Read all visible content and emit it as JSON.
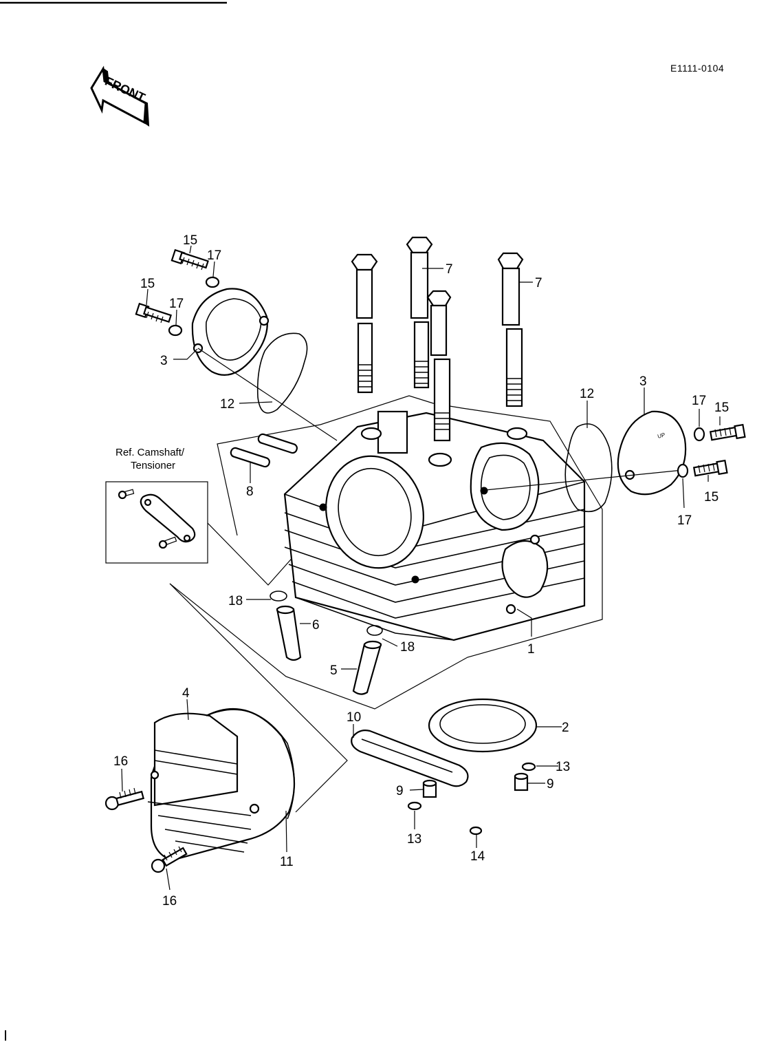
{
  "drawing_code": "E1111-0104",
  "front_arrow_label": "FRONT",
  "reference_box": {
    "line1": "Ref. Camshaft/",
    "line2": "Tensioner"
  },
  "callouts": {
    "c15a": "15",
    "c17a": "17",
    "c15b": "15",
    "c17b": "17",
    "c3a": "3",
    "c12a": "12",
    "c8": "8",
    "c7a": "7",
    "c7b": "7",
    "c12b": "12",
    "c3b": "3",
    "c17c": "17",
    "c15c": "15",
    "c15d": "15",
    "c17d": "17",
    "c18a": "18",
    "c6": "6",
    "c18b": "18",
    "c5": "5",
    "c1": "1",
    "c4": "4",
    "c16a": "16",
    "c16b": "16",
    "c11": "11",
    "c10": "10",
    "c2": "2",
    "c13a": "13",
    "c9a": "9",
    "c9b": "9",
    "c13b": "13",
    "c14": "14"
  }
}
